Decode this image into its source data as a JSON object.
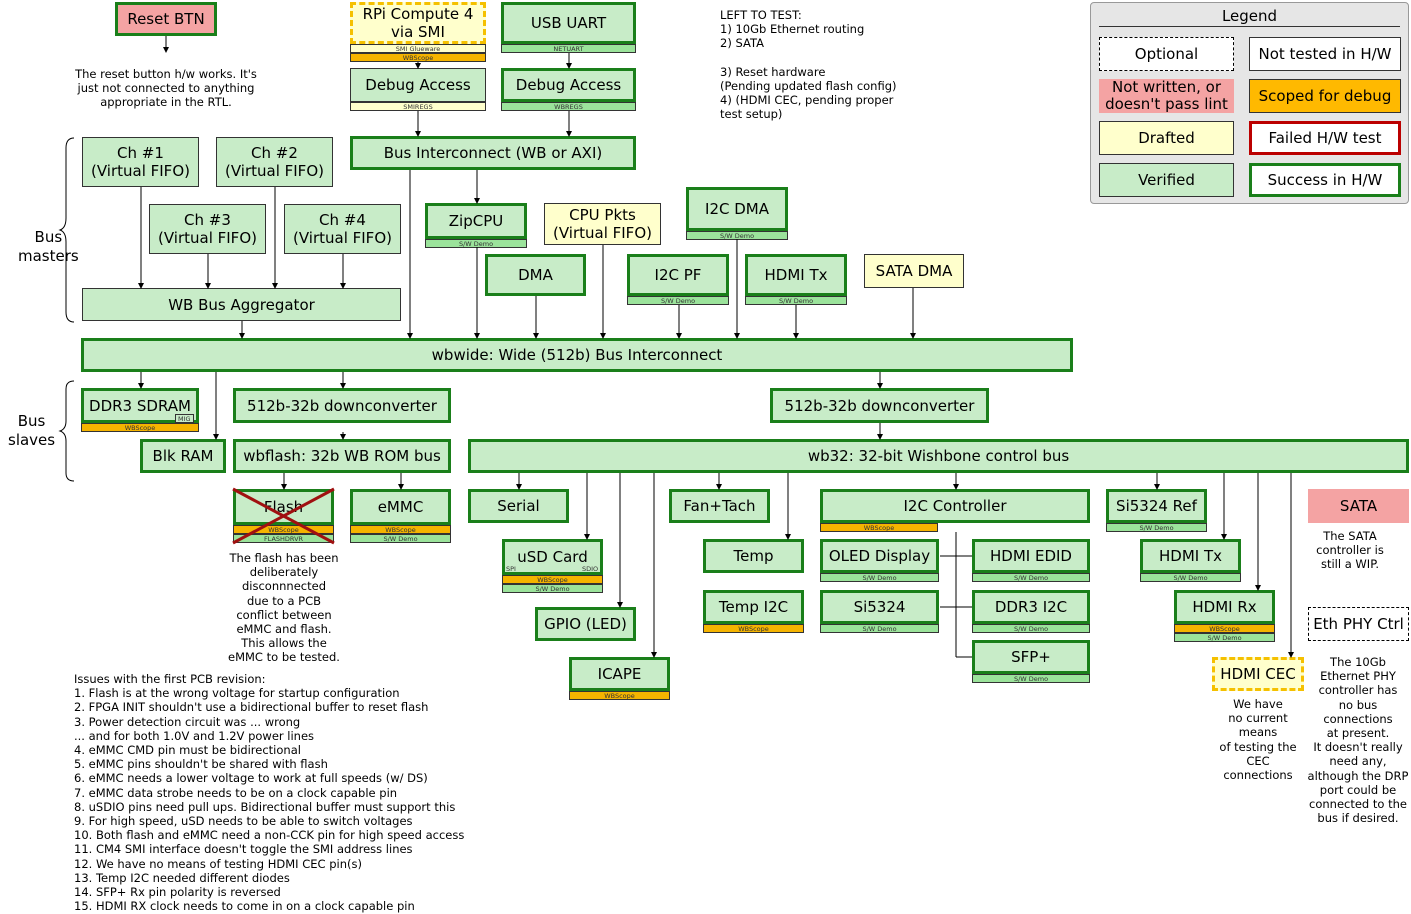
{
  "nodes": [
    {
      "id": "reset",
      "label": "Reset BTN",
      "status": "pinkgreen",
      "tags": []
    },
    {
      "id": "rpi",
      "label": "RPi Compute 4\nvia SMI",
      "status": "drafted-dash",
      "tags": [
        {
          "text": "SMI Glueware",
          "color": "yellow"
        },
        {
          "text": "WBScope",
          "color": "orange"
        }
      ]
    },
    {
      "id": "usbuart",
      "label": "USB UART",
      "status": "success",
      "tags": [
        {
          "text": "NETUART",
          "color": "green"
        }
      ]
    },
    {
      "id": "dbg1",
      "label": "Debug Access",
      "status": "verified",
      "tags": [
        {
          "text": "SMIREGS",
          "color": "yellow"
        }
      ]
    },
    {
      "id": "dbg2",
      "label": "Debug Access",
      "status": "success",
      "tags": [
        {
          "text": "WBREGS",
          "color": "green"
        }
      ]
    },
    {
      "id": "busic",
      "label": "Bus Interconnect (WB or AXI)",
      "status": "success",
      "tags": []
    },
    {
      "id": "ch1",
      "label": "Ch #1\n(Virtual FIFO)",
      "status": "verified",
      "tags": []
    },
    {
      "id": "ch2",
      "label": "Ch #2\n(Virtual FIFO)",
      "status": "verified",
      "tags": []
    },
    {
      "id": "ch3",
      "label": "Ch #3\n(Virtual FIFO)",
      "status": "verified",
      "tags": []
    },
    {
      "id": "ch4",
      "label": "Ch #4\n(Virtual FIFO)",
      "status": "verified",
      "tags": []
    },
    {
      "id": "wbagg",
      "label": "WB Bus Aggregator",
      "status": "verified",
      "tags": []
    },
    {
      "id": "zipcpu",
      "label": "ZipCPU",
      "status": "success",
      "tags": [
        {
          "text": "S/W Demo",
          "color": "green"
        }
      ]
    },
    {
      "id": "cpupkts",
      "label": "CPU Pkts\n(Virtual FIFO)",
      "status": "drafted",
      "tags": []
    },
    {
      "id": "i2cdma",
      "label": "I2C DMA",
      "status": "success",
      "tags": [
        {
          "text": "S/W Demo",
          "color": "green"
        }
      ]
    },
    {
      "id": "dma",
      "label": "DMA",
      "status": "success",
      "tags": []
    },
    {
      "id": "i2cpf",
      "label": "I2C PF",
      "status": "success",
      "tags": [
        {
          "text": "S/W Demo",
          "color": "green"
        }
      ]
    },
    {
      "id": "hdmitx1",
      "label": "HDMI Tx",
      "status": "success",
      "tags": [
        {
          "text": "S/W Demo",
          "color": "green"
        }
      ]
    },
    {
      "id": "satadma",
      "label": "SATA DMA",
      "status": "drafted",
      "tags": []
    },
    {
      "id": "wbwide",
      "label": "wbwide: Wide (512b) Bus Interconnect",
      "status": "success",
      "tags": []
    },
    {
      "id": "ddr3",
      "label": "DDR3 SDRAM",
      "status": "success",
      "tags": [
        {
          "text": "WBScope",
          "color": "orange"
        }
      ]
    },
    {
      "id": "dc1",
      "label": "512b-32b downconverter",
      "status": "success",
      "tags": []
    },
    {
      "id": "dc2",
      "label": "512b-32b downconverter",
      "status": "success",
      "tags": []
    },
    {
      "id": "blkram",
      "label": "Blk RAM",
      "status": "success",
      "tags": []
    },
    {
      "id": "wbflash",
      "label": "wbflash: 32b WB ROM bus",
      "status": "success",
      "tags": []
    },
    {
      "id": "wb32",
      "label": "wb32: 32-bit Wishbone control bus",
      "status": "success",
      "tags": []
    },
    {
      "id": "flash",
      "label": "Flash",
      "status": "success",
      "tags": [
        {
          "text": "WBScope",
          "color": "orange"
        },
        {
          "text": "FLASHDRVR",
          "color": "green"
        }
      ]
    },
    {
      "id": "emmc",
      "label": "eMMC",
      "status": "success",
      "tags": [
        {
          "text": "WBScope",
          "color": "orange"
        },
        {
          "text": "S/W Demo",
          "color": "green"
        }
      ]
    },
    {
      "id": "serial",
      "label": "Serial",
      "status": "success",
      "tags": []
    },
    {
      "id": "usd",
      "label": "uSD Card",
      "status": "success",
      "tags": [
        {
          "text": "WBScope",
          "color": "orange"
        },
        {
          "text": "S/W Demo",
          "color": "green"
        }
      ]
    },
    {
      "id": "gpio",
      "label": "GPIO (LED)",
      "status": "success",
      "tags": []
    },
    {
      "id": "icape",
      "label": "ICAPE",
      "status": "success",
      "tags": [
        {
          "text": "WBScope",
          "color": "orange"
        }
      ]
    },
    {
      "id": "fantach",
      "label": "Fan+Tach",
      "status": "success",
      "tags": []
    },
    {
      "id": "temp",
      "label": "Temp",
      "status": "success",
      "tags": []
    },
    {
      "id": "tempi2c",
      "label": "Temp I2C",
      "status": "success",
      "tags": [
        {
          "text": "WBScope",
          "color": "orange"
        }
      ]
    },
    {
      "id": "i2cctl",
      "label": "I2C Controller",
      "status": "success",
      "tags": [
        {
          "text": "WBScope",
          "color": "orange"
        }
      ]
    },
    {
      "id": "oled",
      "label": "OLED Display",
      "status": "success",
      "tags": [
        {
          "text": "S/W Demo",
          "color": "green"
        }
      ]
    },
    {
      "id": "si5324",
      "label": "Si5324",
      "status": "success",
      "tags": [
        {
          "text": "S/W Demo",
          "color": "green"
        }
      ]
    },
    {
      "id": "hdmiedid",
      "label": "HDMI EDID",
      "status": "success",
      "tags": [
        {
          "text": "S/W Demo",
          "color": "green"
        }
      ]
    },
    {
      "id": "ddr3i2c",
      "label": "DDR3 I2C",
      "status": "success",
      "tags": [
        {
          "text": "S/W Demo",
          "color": "green"
        }
      ]
    },
    {
      "id": "sfp",
      "label": "SFP+",
      "status": "success",
      "tags": [
        {
          "text": "S/W Demo",
          "color": "green"
        }
      ]
    },
    {
      "id": "si5324ref",
      "label": "Si5324 Ref",
      "status": "success",
      "tags": [
        {
          "text": "S/W Demo",
          "color": "green"
        }
      ]
    },
    {
      "id": "hdmitx2",
      "label": "HDMI Tx",
      "status": "success",
      "tags": [
        {
          "text": "S/W Demo",
          "color": "green"
        }
      ]
    },
    {
      "id": "hdmirx",
      "label": "HDMI Rx",
      "status": "success",
      "tags": [
        {
          "text": "WBScope",
          "color": "orange"
        },
        {
          "text": "S/W Demo",
          "color": "green"
        }
      ]
    },
    {
      "id": "sata",
      "label": "SATA",
      "status": "notwritten",
      "tags": []
    },
    {
      "id": "ethphy",
      "label": "Eth PHY Ctrl",
      "status": "optional",
      "tags": []
    },
    {
      "id": "hdmicec",
      "label": "HDMI CEC",
      "status": "drafted-dash",
      "tags": []
    }
  ],
  "mini_labels": {
    "mig": "MIG",
    "spi": "SPI",
    "sdio": "SDIO"
  },
  "groups": {
    "masters": "Bus\nmasters",
    "slaves": "Bus\nslaves"
  },
  "notes": {
    "reset": "The reset button h/w works.  It's\njust not connected to anything\nappropriate in the RTL.",
    "left_to_test": "LEFT TO TEST:\n1) 10Gb Ethernet routing\n2) SATA\n\n3) Reset hardware\n     (Pending updated flash config)\n4) (HDMI CEC, pending proper\n     test setup)",
    "flash": "The flash has been\ndeliberately\ndisconnnected\ndue to a PCB\nconflict between\neMMC and flash.\nThis allows the\neMMC to be tested.",
    "sata": "The SATA\ncontroller is\nstill a WIP.",
    "hdmicec": "We have\nno current\nmeans\nof testing the\nCEC\nconnections",
    "ethphy": "The 10Gb\nEthernet PHY\ncontroller has\nno bus\nconnections\nat present.\nIt doesn't really\nneed any,\nalthough the DRP\nport could be\nconnected to the\nbus if desired.",
    "issues": "Issues with the first PCB revision:\n1. Flash is at the wrong voltage for startup configuration\n2. FPGA INIT shouldn't use a bidirectional buffer to reset flash\n3. Power detection circuit was ... wrong\n    ... and for both 1.0V and 1.2V power lines\n4. eMMC CMD pin must be bidirectional\n5. eMMC pins shouldn't be shared with flash\n6. eMMC needs a lower voltage to work at full speeds (w/ DS)\n7. eMMC data strobe needs to be on a clock capable pin\n8. uSDIO pins need pull ups.  Bidirectional buffer must support this\n9. For high speed, uSD needs to be able to switch voltages\n10. Both flash and eMMC need a non-CCK pin for high speed access\n11. CM4 SMI interface doesn't toggle the SMI address lines\n12. We have no means of testing HDMI CEC pin(s)\n13. Temp I2C needed different diodes\n14. SFP+ Rx pin polarity is reversed\n15. HDMI RX clock needs to come in on a clock capable pin"
  },
  "legend": {
    "title": "Legend",
    "items": [
      {
        "label": "Optional",
        "status": "optional"
      },
      {
        "label": "Not tested in H/W",
        "status": "plain"
      },
      {
        "label": "Not written, or\ndoesn't pass lint",
        "status": "notwritten"
      },
      {
        "label": "Scoped for debug",
        "status": "scoped"
      },
      {
        "label": "Drafted",
        "status": "drafted"
      },
      {
        "label": "Failed H/W test",
        "status": "failed"
      },
      {
        "label": "Verified",
        "status": "verified"
      },
      {
        "label": "Success in H/W",
        "status": "succwhite"
      }
    ]
  },
  "colors": {
    "success_border": "#1a7f1a",
    "fill_green": "#c8ecc8",
    "drafted": "#ffffcc",
    "pink": "#f4a3a3",
    "scope": "#ffb900",
    "fail": "#bb0000"
  }
}
